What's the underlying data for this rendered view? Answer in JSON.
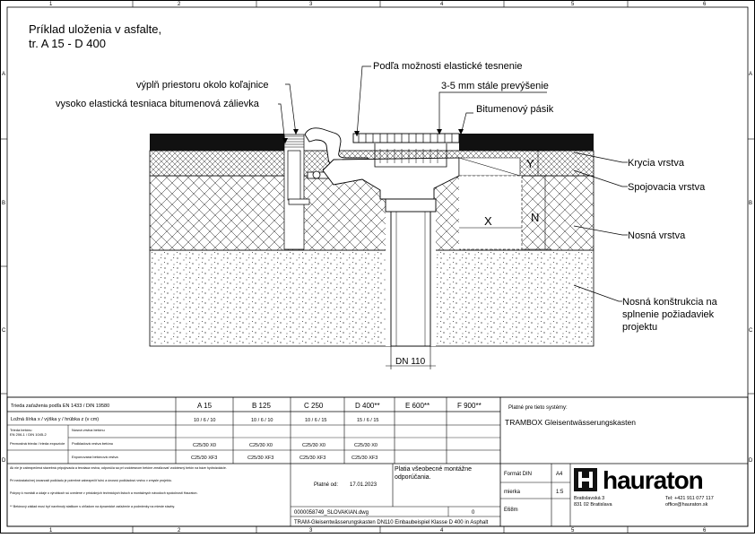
{
  "frame": {
    "columns": [
      "1",
      "2",
      "3",
      "4",
      "5",
      "6"
    ],
    "rows": [
      "A",
      "B",
      "C",
      "D"
    ]
  },
  "title": {
    "line1": "Príklad uloženia v asfalte,",
    "line2": "tr. A 15 - D 400"
  },
  "labels": {
    "seal": "Podľa možnosti elastické tesnenie",
    "rail_fill": "výplň priestoru okolo koľajnice",
    "bitumen_seal": "vysoko elastická tesniaca bitumenová zálievka",
    "overhang": "3-5 mm stále prevýšenie",
    "bitumen_strip": "Bitumenový pásik",
    "cover_layer": "Krycia vrstva",
    "binder_layer": "Spojovacia vrstva",
    "base_layer": "Nosná vrstva",
    "structure_line1": "Nosná konštrukcia na",
    "structure_line2": "splnenie požiadaviek",
    "structure_line3": "projektu",
    "dim_y": "Y",
    "dim_x": "X",
    "dim_n": "N",
    "dn": "DN 110"
  },
  "table": {
    "row_header": "Trieda zaťaženia podľa EN 1433 / DIN 19580",
    "classes": [
      "A 15",
      "B 125",
      "C 250",
      "D 400**",
      "E 600**",
      "F 900**"
    ],
    "row1_label": "Ložná šírka x / výška y / hrúbka z (v cm)",
    "row1_values": [
      "10 / 6 / 10",
      "10 / 6 / 10",
      "10 / 6 / 15",
      "15 / 6 / 15",
      "",
      ""
    ],
    "row2_group": "Trieda betónu",
    "row2_sub": "EN 206-1 / DIN 1045-2",
    "row2_a": "Pevnostná trieda / trieda expozície",
    "row2_b_label": "Nosná vrstva betónu",
    "row2_b": "Podkladová vrstva betónu",
    "row2_c": "Exponovaná betónová vrstva",
    "row2_values": [
      "C25/30 X0",
      "C25/30 X0",
      "C25/30 X0",
      "C25/30 X0",
      "",
      ""
    ],
    "row3_values": [
      "C25/30 XF3",
      "C25/30 XF3",
      "C25/30 XF3",
      "C25/30 XF3",
      "",
      ""
    ],
    "notes_line1": "Ak nie je zabezpečená stavebná pripojovacia a tesniaca vrstva, odporúča sa pri vodotesnom betóne zrealizovať vodotesný betón na báze hydroizolácie.",
    "notes_line2": "Pri nedostatočnej únosnosti podkladu je potrebné zabezpečiť tuhú a únosnú podkladovú vrstvu v zmysle projektu.",
    "notes_line3": "Pokyny k montáži a údaje o výrobkoch sú uvedené v príslušných technických listoch a montážnych návodoch spoločnosti Hauraton.",
    "notes_line4": "** Betónový základ musí byť navrhnutý statikom s ohľadom na dynamické zaťaženie a podmienky na mieste stavby.",
    "valid_for_label": "Platné pre tieto systémy:",
    "valid_for_value": "TRAMBOX Gleisentwässerungskasten",
    "valid_from_label": "Platné od:",
    "valid_from_value": "17.01.2023",
    "note_right": "Platia všeobecné montážne odporúčania.",
    "doc_number": "0000058749_SLOVAKIAN.dwg",
    "revision": "0",
    "format_label": "Formát DIN",
    "format_value": "A4",
    "scale_label": "mierka",
    "scale_value": "1:5",
    "sheet_label": "E68m",
    "doc_title": "TRAM-Gleisentwässerungskasten DN110 Einbaubeispiel Klasse D 400 in Asphalt"
  },
  "company": {
    "name": "hauraton",
    "address_line1": "Bratislavská 3",
    "address_line2": "831 02 Bratislava",
    "phone": "Tel: +421 911 077 117",
    "email": "office@hauraton.sk"
  }
}
